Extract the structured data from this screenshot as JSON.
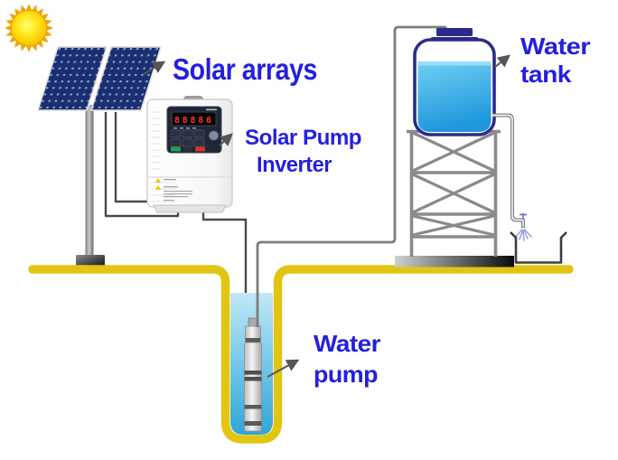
{
  "diagram": {
    "labels": {
      "solar_arrays": "Solar arrays",
      "inverter_line1": "Solar Pump",
      "inverter_line2": "Inverter",
      "tank_line1": "Water",
      "tank_line2": "tank",
      "pump_line1": "Water",
      "pump_line2": "pump"
    },
    "inverter": {
      "display_value": "88886"
    },
    "colors": {
      "label_text": "#2420dd",
      "led_red": "#ff3224",
      "ground_yellow": "#e2c513",
      "panel_navy": "#1b2e70",
      "tank_outline": "#2b2b8a",
      "metal_gray": "#8a8a8a",
      "wire_gray": "#4a4a4a",
      "pipe_gray": "#7d7d7d",
      "spray_blue": "#98a0e0",
      "sun_orange": "#f0a50a"
    }
  }
}
